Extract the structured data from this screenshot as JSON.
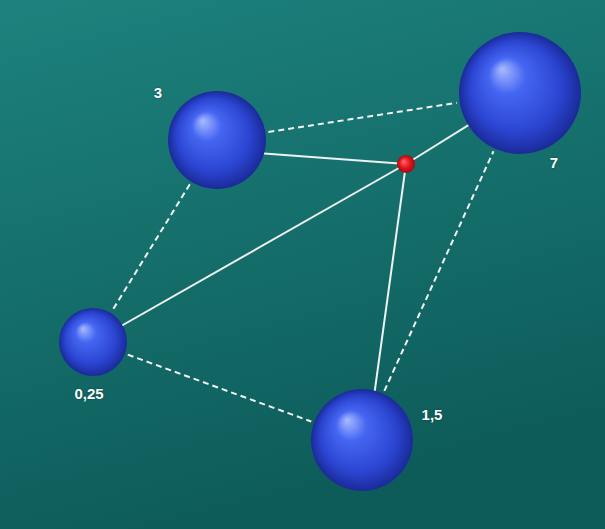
{
  "diagram": {
    "nodes": [
      {
        "text": [
          "3"
        ]
      },
      {
        "text": [
          "7"
        ]
      },
      {
        "text": [
          "0,25"
        ]
      },
      {
        "text": [
          "1,5"
        ]
      }
    ],
    "edges": [
      {
        "from": 0,
        "to": 1,
        "arrow": "none"
      },
      {
        "from": 0,
        "to": 2,
        "arrow": "none"
      },
      {
        "from": 2,
        "to": 3,
        "arrow": "none"
      },
      {
        "from": 3,
        "to": 1,
        "arrow": "none"
      }
    ]
  }
}
